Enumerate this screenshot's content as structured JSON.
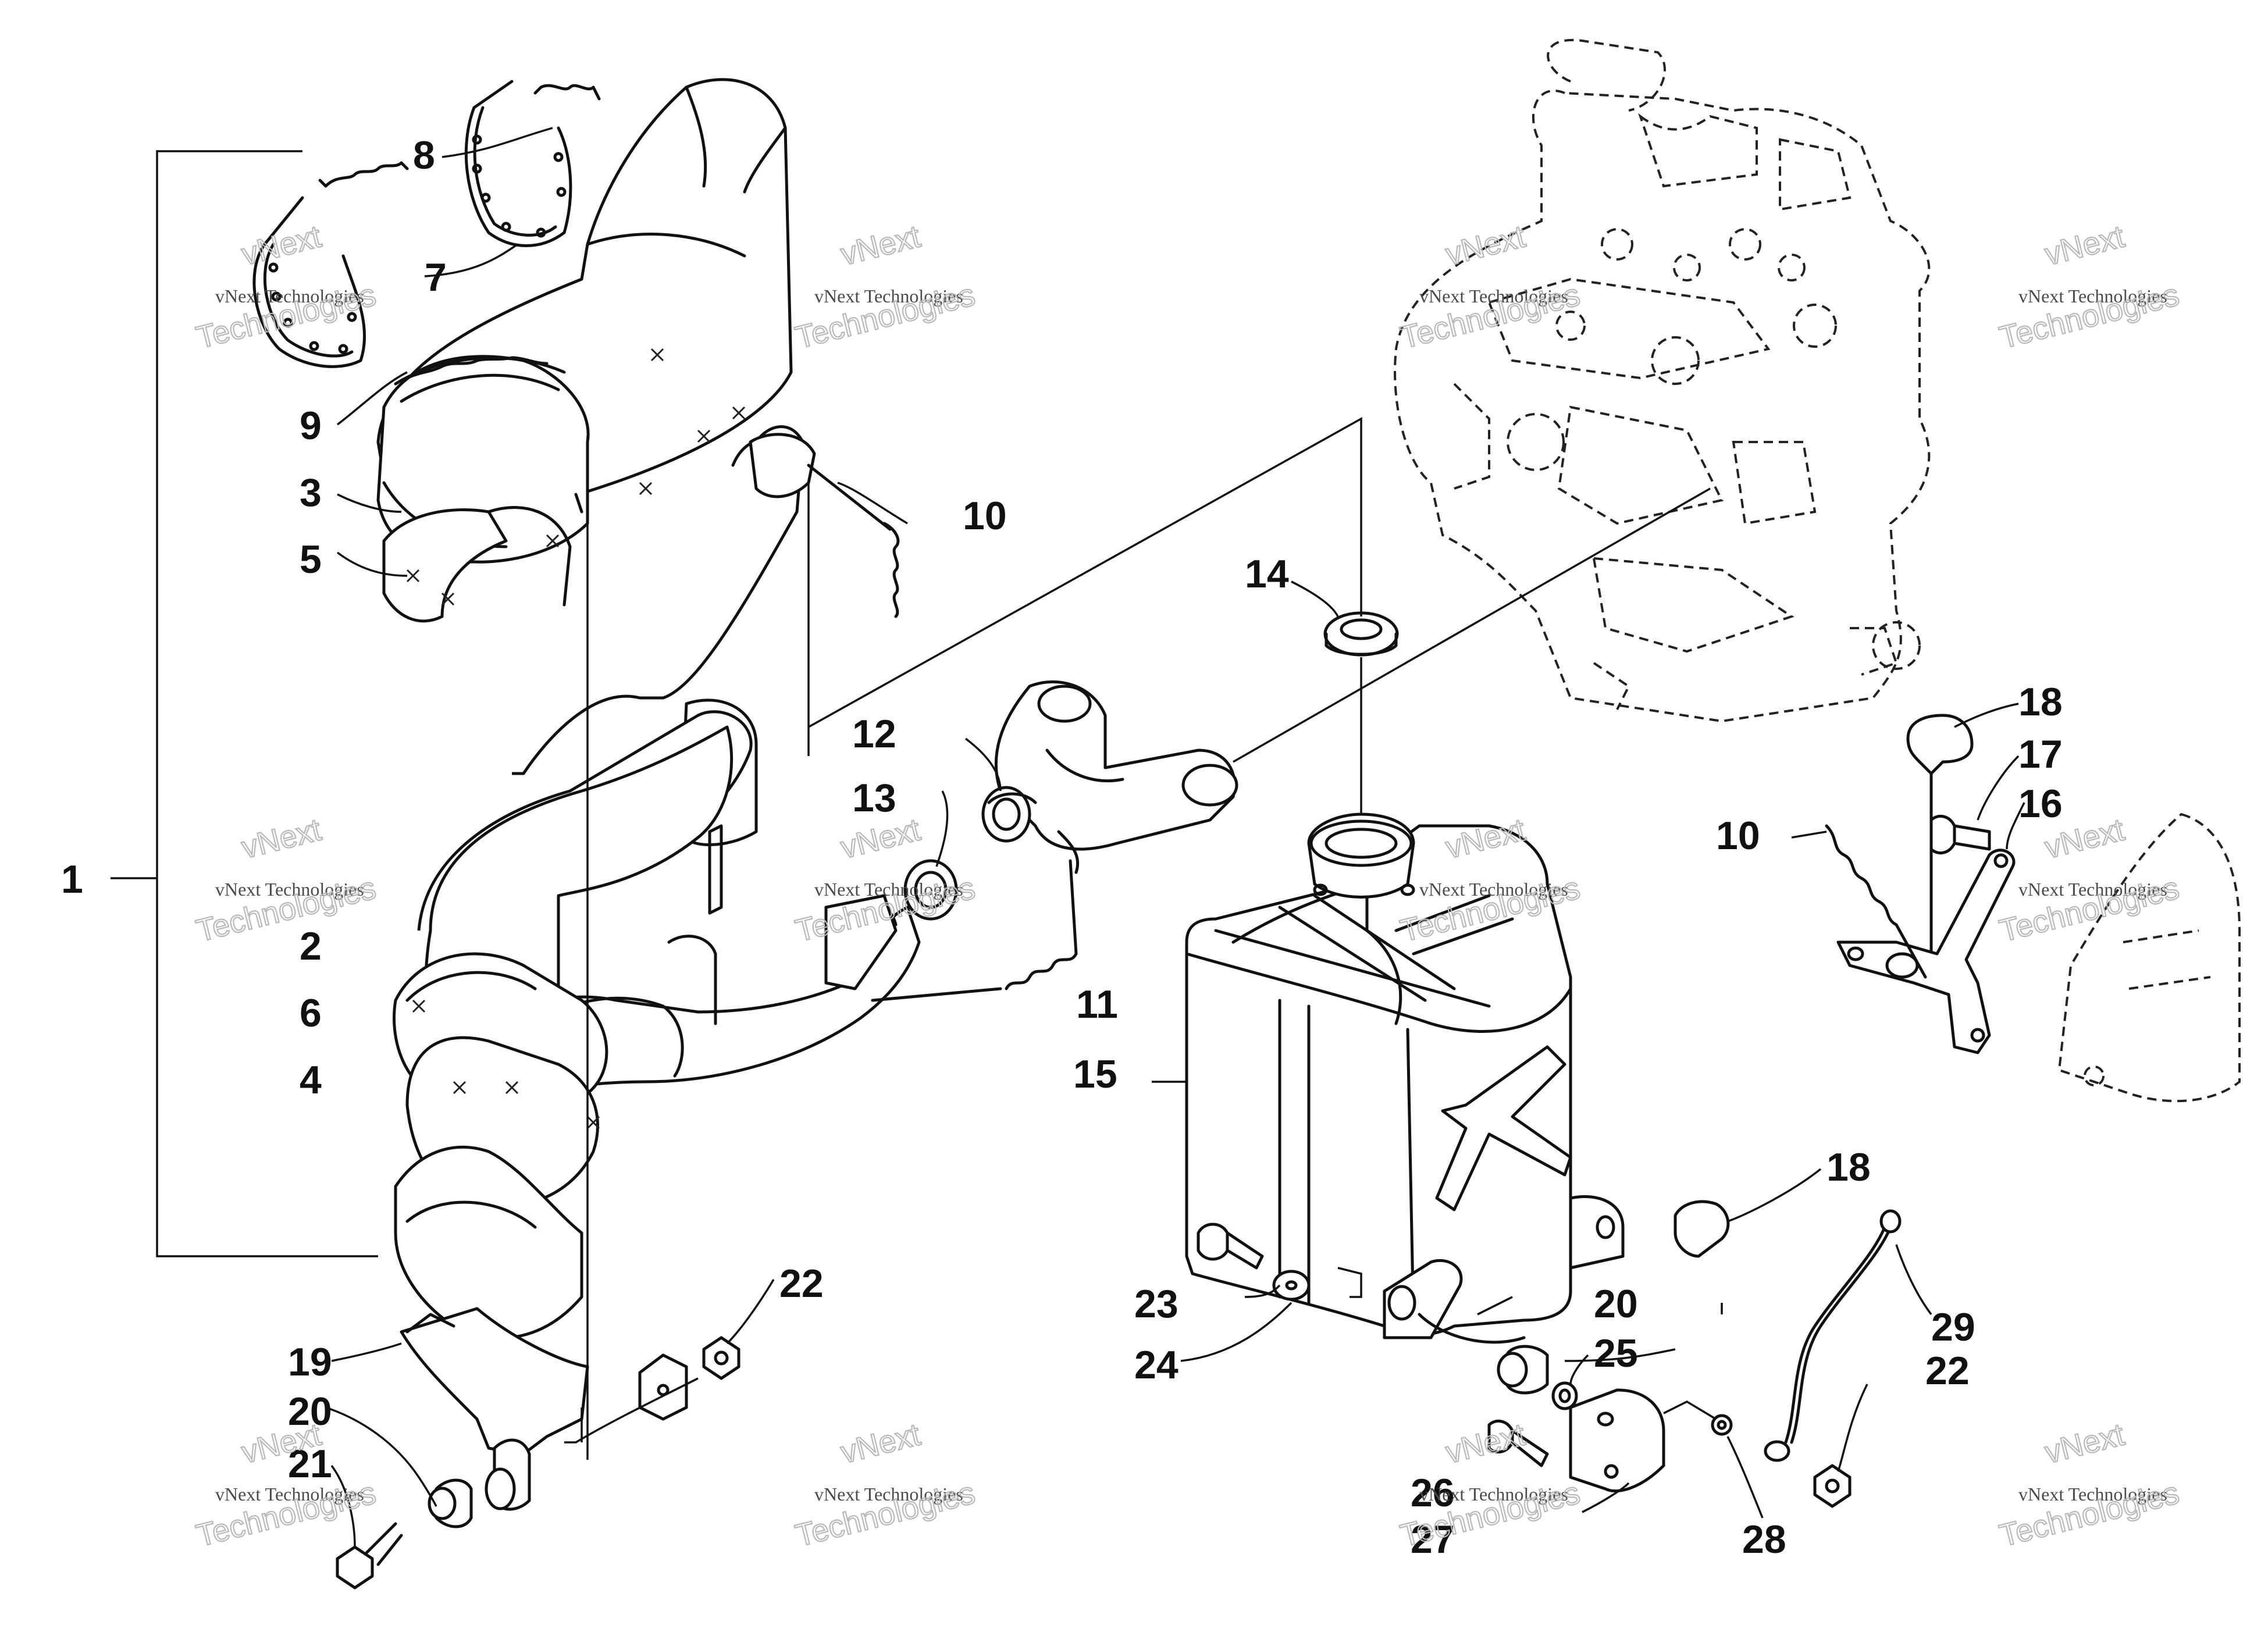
{
  "callouts": {
    "c1": "1",
    "c2": "2",
    "c3": "3",
    "c4": "4",
    "c5": "5",
    "c6": "6",
    "c7": "7",
    "c8": "8",
    "c9": "9",
    "c10a": "10",
    "c10b": "10",
    "c11": "11",
    "c12": "12",
    "c13": "13",
    "c14": "14",
    "c15": "15",
    "c16": "16",
    "c17": "17",
    "c18a": "18",
    "c18b": "18",
    "c19": "19",
    "c20a": "20",
    "c20b": "20",
    "c21": "21",
    "c22a": "22",
    "c22b": "22",
    "c23": "23",
    "c24": "24",
    "c25": "25",
    "c26": "26",
    "c27": "27",
    "c28": "28",
    "c29": "29"
  },
  "watermark": {
    "line1": "vNext Technologies",
    "line2": "vNext",
    "line3": "Technologies"
  }
}
